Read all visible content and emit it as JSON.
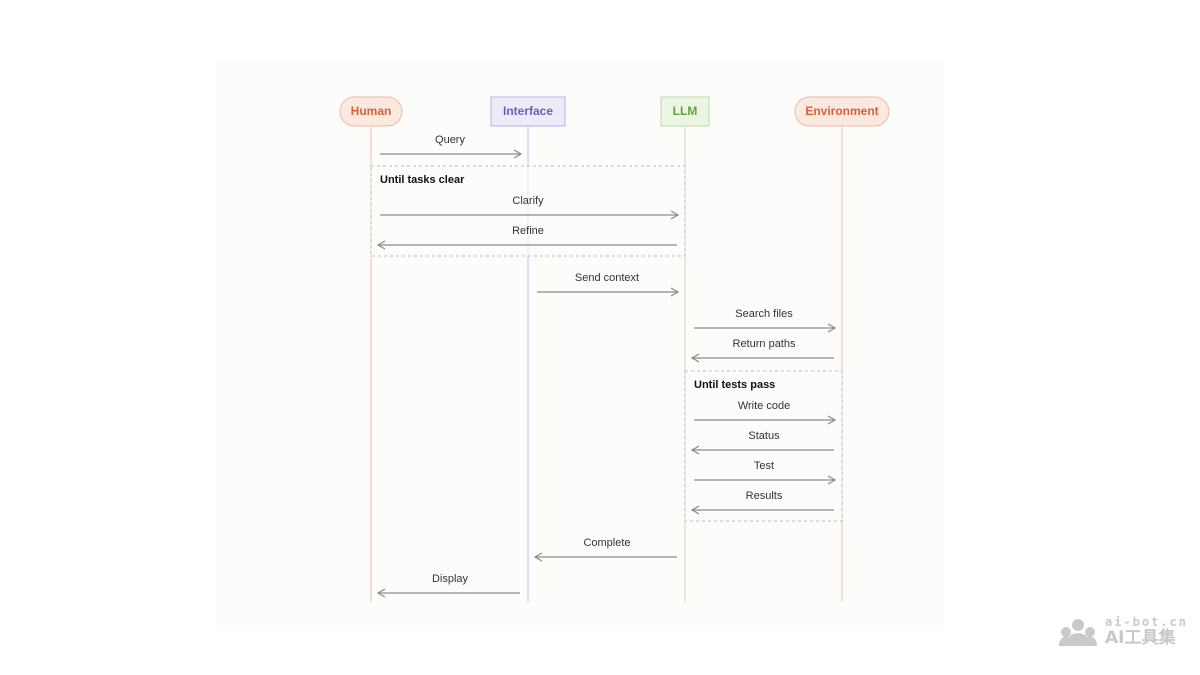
{
  "colors": {
    "human": "#d9613a",
    "interface": "#6a5fc1",
    "llm": "#5fa23a",
    "environment": "#d9613a",
    "arrow": "#8a8a8a",
    "loop_border": "#bdbdbd"
  },
  "actors": [
    {
      "id": "human",
      "label": "Human"
    },
    {
      "id": "interface",
      "label": "Interface"
    },
    {
      "id": "llm",
      "label": "LLM"
    },
    {
      "id": "environment",
      "label": "Environment"
    }
  ],
  "loops": [
    {
      "label": "Until tasks clear"
    },
    {
      "label": "Until tests pass"
    }
  ],
  "messages": [
    {
      "label": "Query",
      "from": "human",
      "to": "interface"
    },
    {
      "label": "Clarify",
      "from": "human",
      "to": "llm"
    },
    {
      "label": "Refine",
      "from": "llm",
      "to": "human"
    },
    {
      "label": "Send context",
      "from": "interface",
      "to": "llm"
    },
    {
      "label": "Search files",
      "from": "llm",
      "to": "environment"
    },
    {
      "label": "Return paths",
      "from": "environment",
      "to": "llm"
    },
    {
      "label": "Write code",
      "from": "llm",
      "to": "environment"
    },
    {
      "label": "Status",
      "from": "environment",
      "to": "llm"
    },
    {
      "label": "Test",
      "from": "llm",
      "to": "environment"
    },
    {
      "label": "Results",
      "from": "environment",
      "to": "llm"
    },
    {
      "label": "Complete",
      "from": "llm",
      "to": "interface"
    },
    {
      "label": "Display",
      "from": "interface",
      "to": "human"
    }
  ],
  "watermark": {
    "url": "ai-bot.cn",
    "name": "AI工具集",
    "icon": "cloud-people-icon"
  }
}
